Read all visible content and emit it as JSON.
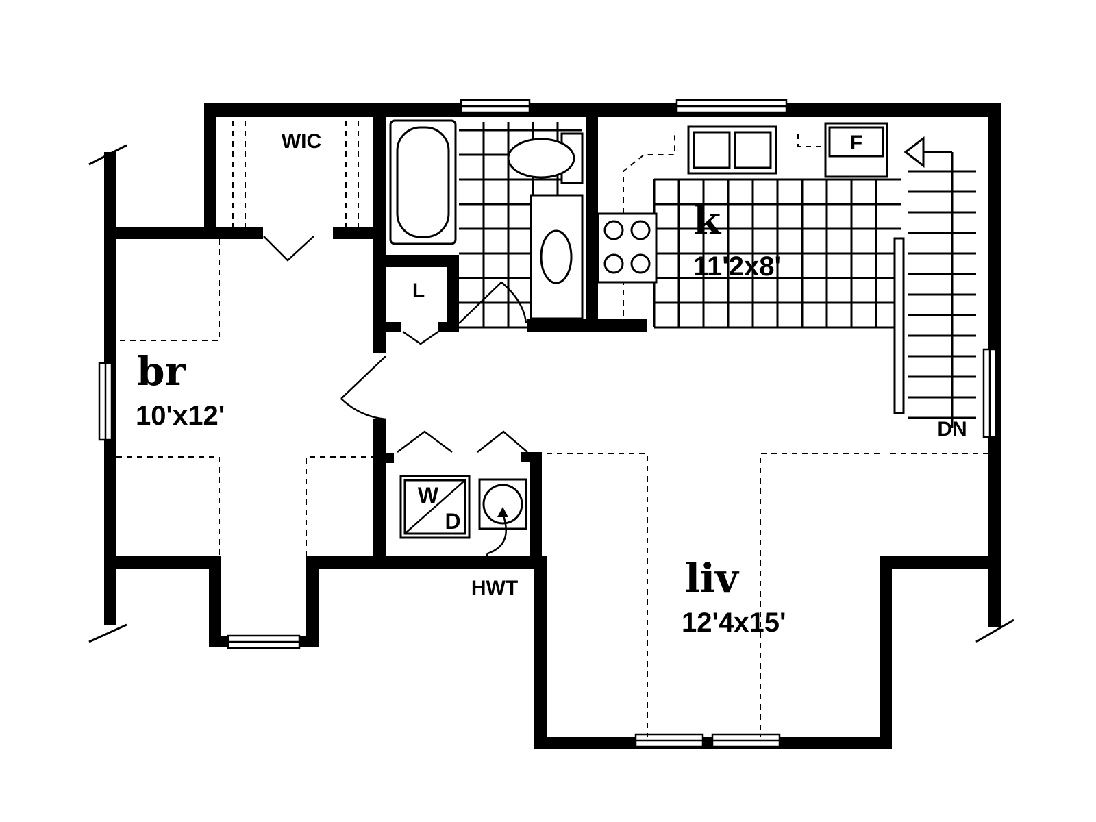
{
  "rooms": {
    "bedroom": {
      "name": "br",
      "size": "10'x12'"
    },
    "kitchen": {
      "name": "k",
      "size": "11'2x8'"
    },
    "living": {
      "name": "liv",
      "size": "12'4x15'"
    }
  },
  "labels": {
    "walk_in_closet": "WIC",
    "linen": "L",
    "fridge": "F",
    "washer": "W",
    "dryer": "D",
    "hot_water_tank": "HWT",
    "stairs_down": "DN"
  }
}
